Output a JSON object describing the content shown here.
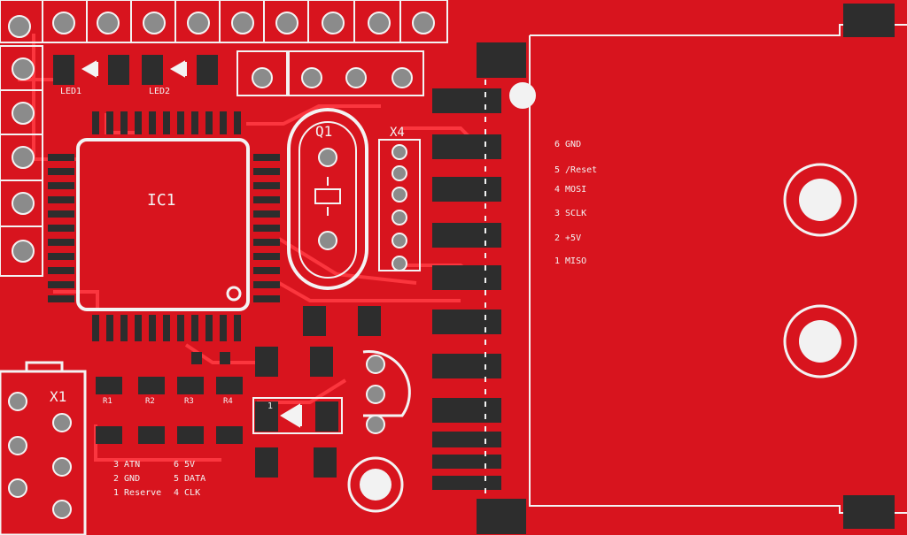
{
  "board": {
    "colors": {
      "soldermask": "#d8141e",
      "trace": "#ff3a42",
      "silkscreen": "#f3f3f3",
      "pad": "#2d2d2d",
      "pad_highlight": "#8b8b8b",
      "hole": "#f2f2f2"
    },
    "labels": {
      "ic1": "IC1",
      "q1": "Q1",
      "x4": "X4",
      "x1": "X1",
      "led1": "LED1",
      "led2": "LED2",
      "d1": "1"
    },
    "header_pins": [
      {
        "label": "6 GND"
      },
      {
        "label": "5 /Reset"
      },
      {
        "label": "4 MOSI"
      },
      {
        "label": "3 SCLK"
      },
      {
        "label": "2 +5V"
      },
      {
        "label": "1 MISO"
      }
    ],
    "x1_pins_left": [
      {
        "label": "3 ATN"
      },
      {
        "label": "2 GND"
      },
      {
        "label": "1 Reserve"
      }
    ],
    "x1_pins_right": [
      {
        "label": "6 5V"
      },
      {
        "label": "5 DATA"
      },
      {
        "label": "4 CLK"
      }
    ],
    "resistors": [
      {
        "label": "R1"
      },
      {
        "label": "R2"
      },
      {
        "label": "R3"
      },
      {
        "label": "R4"
      }
    ]
  }
}
